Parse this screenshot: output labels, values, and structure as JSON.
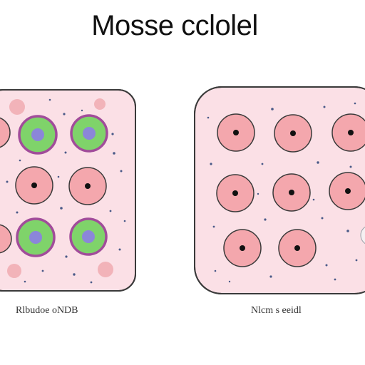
{
  "title": "Mosse cclolel",
  "panels": {
    "left": {
      "caption": "Rlbudoe oNDB"
    },
    "right": {
      "caption": "Nlcm s eeidl"
    }
  },
  "colors": {
    "panel_fill": "#fbe0e6",
    "panel_stroke": "#3a3a3a",
    "cell_fill": "#f4a7ad",
    "cell_stroke": "#3a3a3a",
    "nucleus": "#111111",
    "green_cell": "#7fd36a",
    "green_ring": "#a14c9a",
    "green_nucleus": "#8b86d9",
    "speckle": "#4a5a88",
    "blob": "#f2b3b9"
  }
}
